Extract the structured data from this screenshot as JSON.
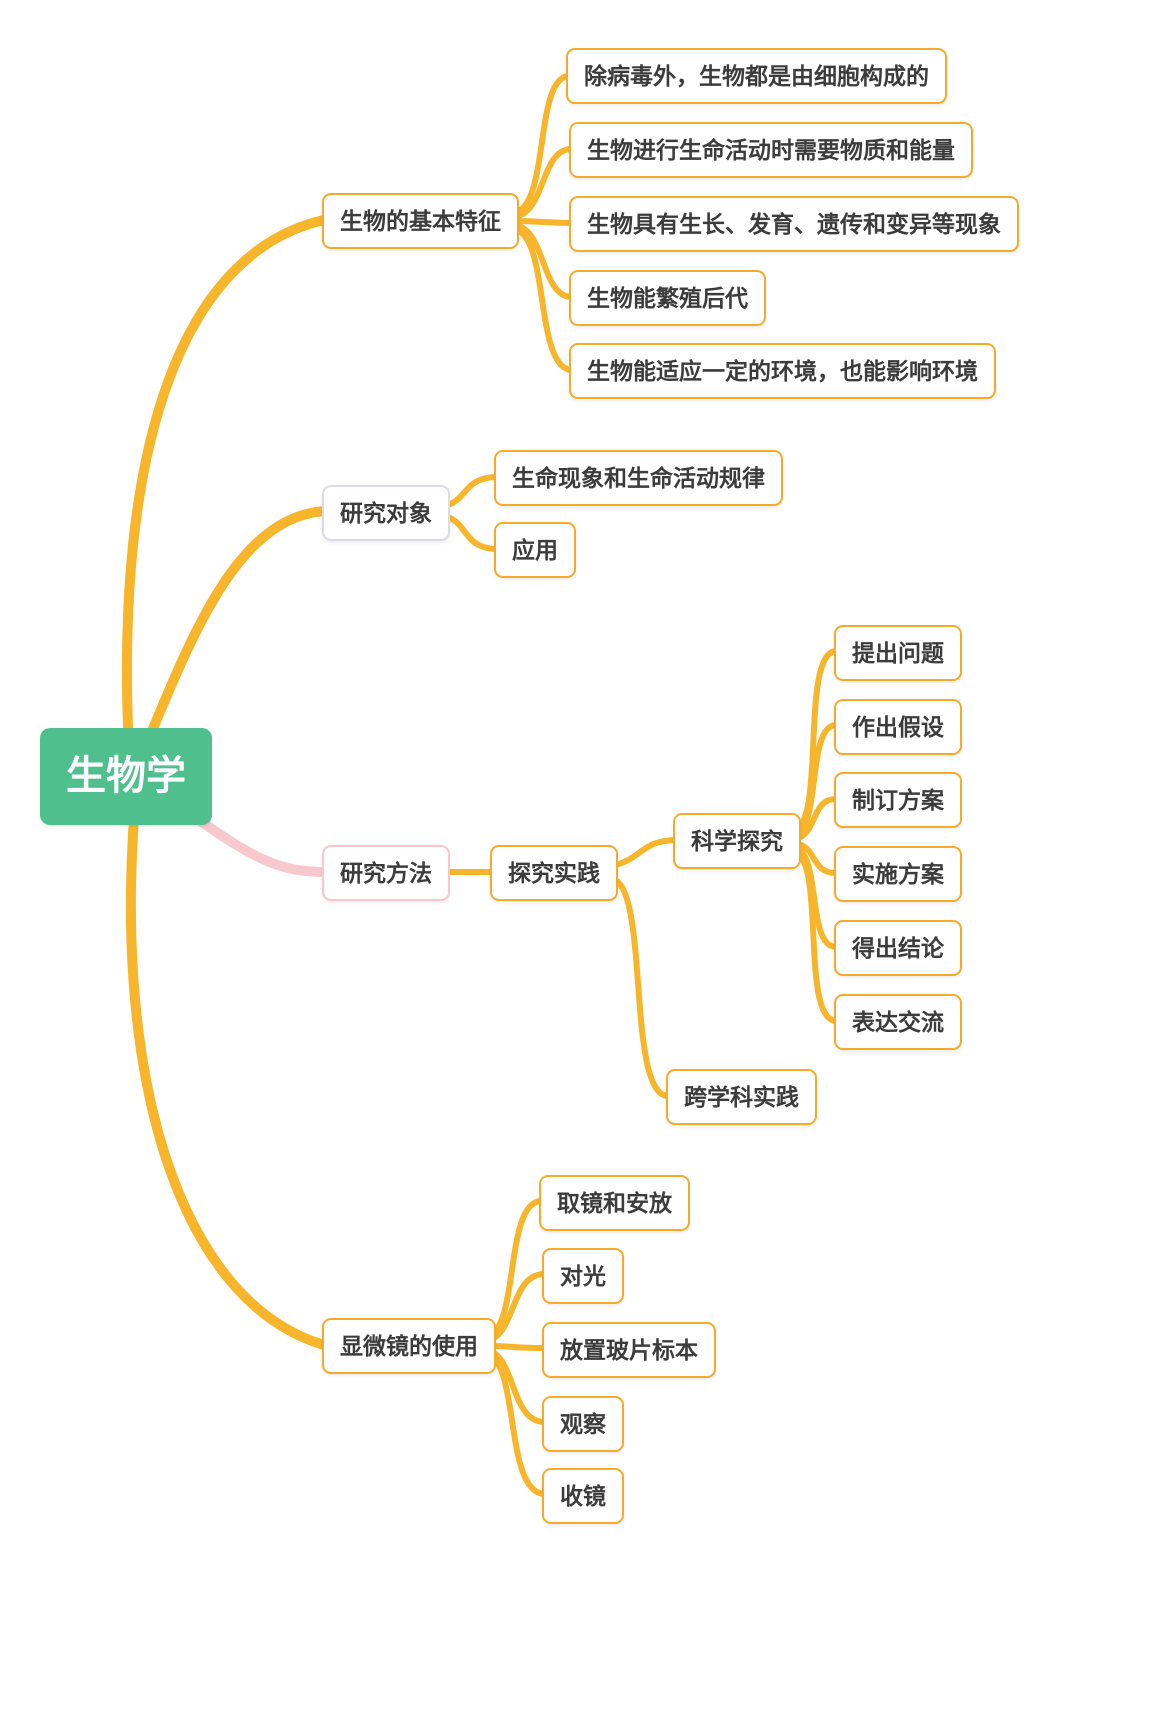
{
  "root": {
    "label": "生物学"
  },
  "branches": [
    {
      "label": "生物的基本特征",
      "children": [
        {
          "label": "除病毒外，生物都是由细胞构成的"
        },
        {
          "label": "生物进行生命活动时需要物质和能量"
        },
        {
          "label": "生物具有生长、发育、遗传和变异等现象"
        },
        {
          "label": "生物能繁殖后代"
        },
        {
          "label": "生物能适应一定的环境，也能影响环境"
        }
      ]
    },
    {
      "label": "研究对象",
      "children": [
        {
          "label": "生命现象和生命活动规律"
        },
        {
          "label": "应用"
        }
      ]
    },
    {
      "label": "研究方法",
      "children": [
        {
          "label": "探究实践",
          "children": [
            {
              "label": "科学探究",
              "children": [
                {
                  "label": "提出问题"
                },
                {
                  "label": "作出假设"
                },
                {
                  "label": "制订方案"
                },
                {
                  "label": "实施方案"
                },
                {
                  "label": "得出结论"
                },
                {
                  "label": "表达交流"
                }
              ]
            },
            {
              "label": "跨学科实践"
            }
          ]
        }
      ]
    },
    {
      "label": "显微镜的使用",
      "children": [
        {
          "label": "取镜和安放"
        },
        {
          "label": "对光"
        },
        {
          "label": "放置玻片标本"
        },
        {
          "label": "观察"
        },
        {
          "label": "收镜"
        }
      ]
    }
  ],
  "colors": {
    "root_bg": "#4fc08d",
    "node_border_orange": "#f7a92a",
    "node_border_gray": "#d9dde3",
    "node_border_pink": "#f8c6ce",
    "link_orange": "#f7b52c",
    "link_pink": "#f8c8cf",
    "text": "#3c3c3c"
  }
}
